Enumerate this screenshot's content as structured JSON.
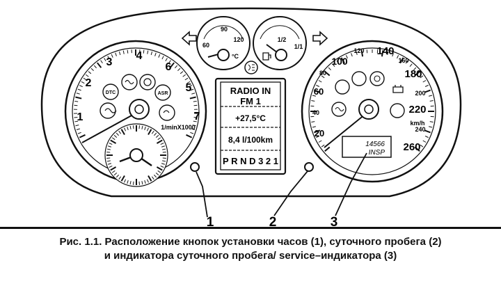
{
  "tachometer": {
    "numbers": [
      "1",
      "2",
      "3",
      "4",
      "5",
      "6",
      "7"
    ],
    "unit_label": "1/minX1000"
  },
  "speedometer": {
    "numbers": [
      "20",
      "40",
      "60",
      "80",
      "100",
      "120",
      "140",
      "160",
      "180",
      "200",
      "220",
      "240",
      "260"
    ],
    "unit_label": "km/h",
    "odometer": {
      "line1": "14566",
      "line2": "INSP"
    }
  },
  "temperature_gauge": {
    "labels": [
      "60",
      "90",
      "120"
    ],
    "unit": "°C"
  },
  "fuel_gauge": {
    "labels": [
      "1/2",
      "1/1"
    ]
  },
  "center_display": {
    "radio_line1": "RADIO IN",
    "radio_line2": "FM 1",
    "temperature": "+27,5°C",
    "consumption": "8,4 l/100km",
    "gear_indicator": "P R N D 3 2 1"
  },
  "callouts": [
    "1",
    "2",
    "3"
  ],
  "caption": {
    "line1": "Рис. 1.1. Расположение кнопок установки часов (1), суточного пробега (2)",
    "line2": "и индикатора суточного пробега/ service–индикатора (3)"
  },
  "colors": {
    "ink": "#111111",
    "paper": "#ffffff"
  }
}
